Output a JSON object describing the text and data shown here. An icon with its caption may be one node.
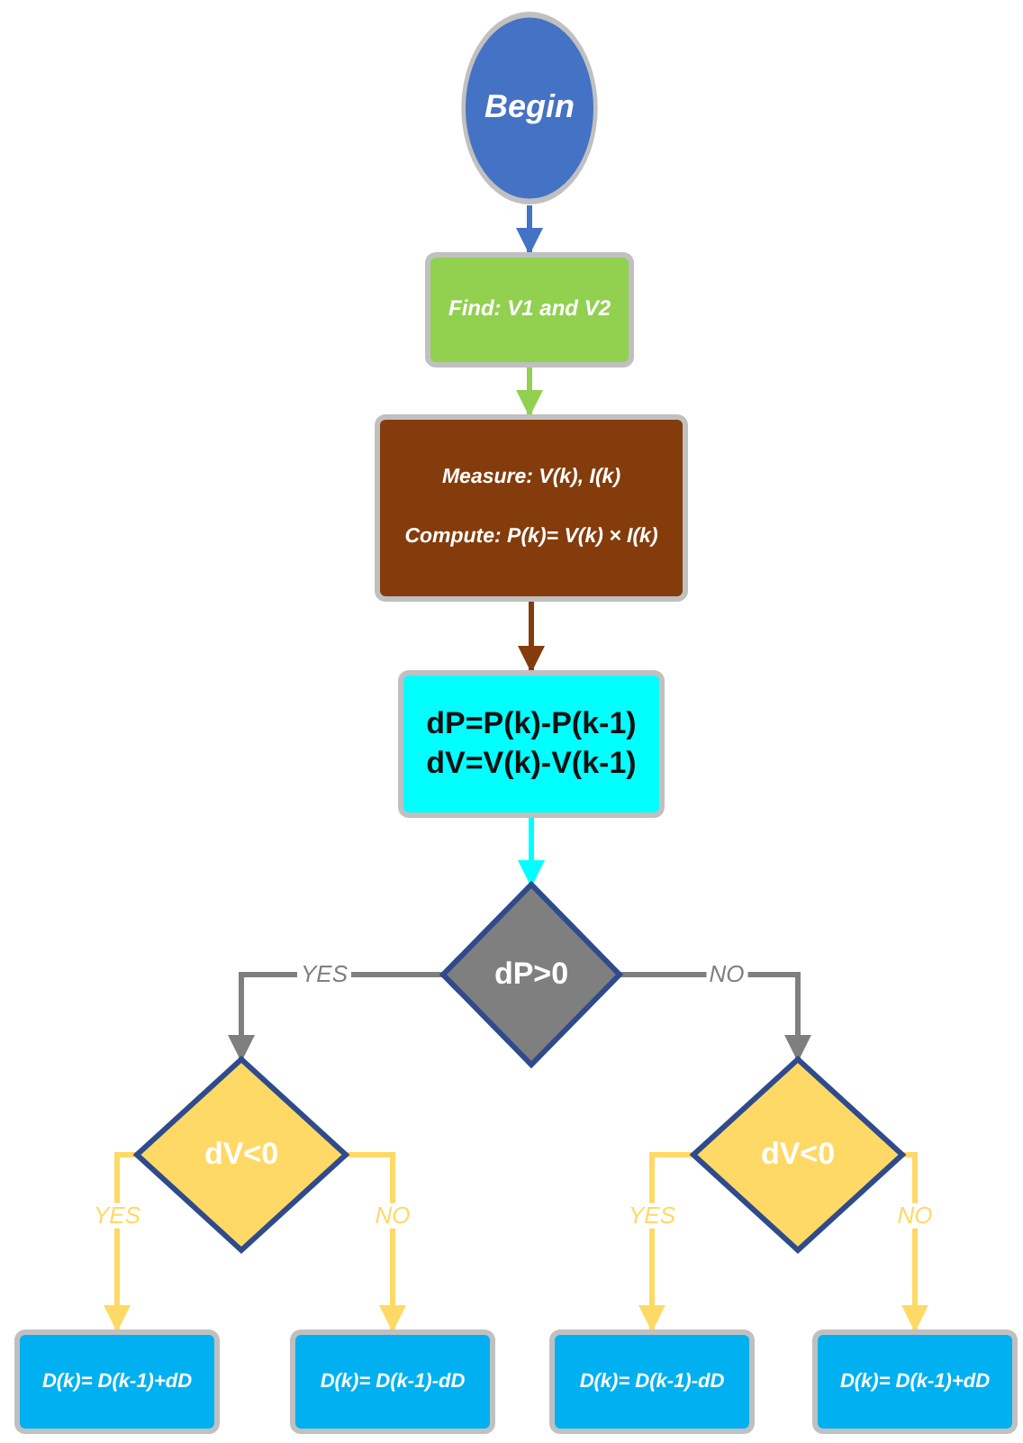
{
  "diagram": {
    "nodes": [
      {
        "text": [
          "Begin"
        ]
      },
      {
        "text": [
          "Find: V1 and V2"
        ]
      },
      {
        "text": [
          "Measure: V(k), I(k)",
          "Compute: P(k)= V(k) × I(k)"
        ]
      },
      {
        "text": [
          "dP=P(k)-P(k-1) dV=V(k)-V(k-1)"
        ]
      },
      {
        "text": [
          "dP>0"
        ]
      },
      {
        "text": [
          "dV<0"
        ]
      },
      {
        "text": [
          "dV<0"
        ]
      },
      {
        "text": [
          "D(k)= D(k-1)+dD"
        ]
      },
      {
        "text": [
          "D(k)= D(k-1)-dD"
        ]
      },
      {
        "text": [
          "D(k)= D(k-1)-dD"
        ]
      },
      {
        "text": [
          "D(k)= D(k-1)+dD"
        ]
      }
    ],
    "edges": [
      {
        "from": 0,
        "to": 1,
        "arrow": "to",
        "color": "#4472c4"
      },
      {
        "from": 1,
        "to": 2,
        "arrow": "to",
        "color": "#92d050"
      },
      {
        "from": 2,
        "to": 3,
        "arrow": "to",
        "color": "#843c0c"
      },
      {
        "from": 3,
        "to": 4,
        "arrow": "to",
        "color": "#00ffff"
      },
      {
        "from": 4,
        "to": 5,
        "arrow": "to",
        "label": "YES",
        "color": "#7f7f7f"
      },
      {
        "from": 4,
        "to": 6,
        "arrow": "to",
        "label": "NO",
        "color": "#7f7f7f"
      },
      {
        "from": 5,
        "to": 7,
        "arrow": "to",
        "label": "YES",
        "color": "#ffd966"
      },
      {
        "from": 5,
        "to": 8,
        "arrow": "to",
        "label": "NO",
        "color": "#ffd966"
      },
      {
        "from": 6,
        "to": 9,
        "arrow": "to",
        "label": "YES",
        "color": "#ffd966"
      },
      {
        "from": 6,
        "to": 10,
        "arrow": "to",
        "label": "NO",
        "color": "#ffd966"
      }
    ]
  }
}
